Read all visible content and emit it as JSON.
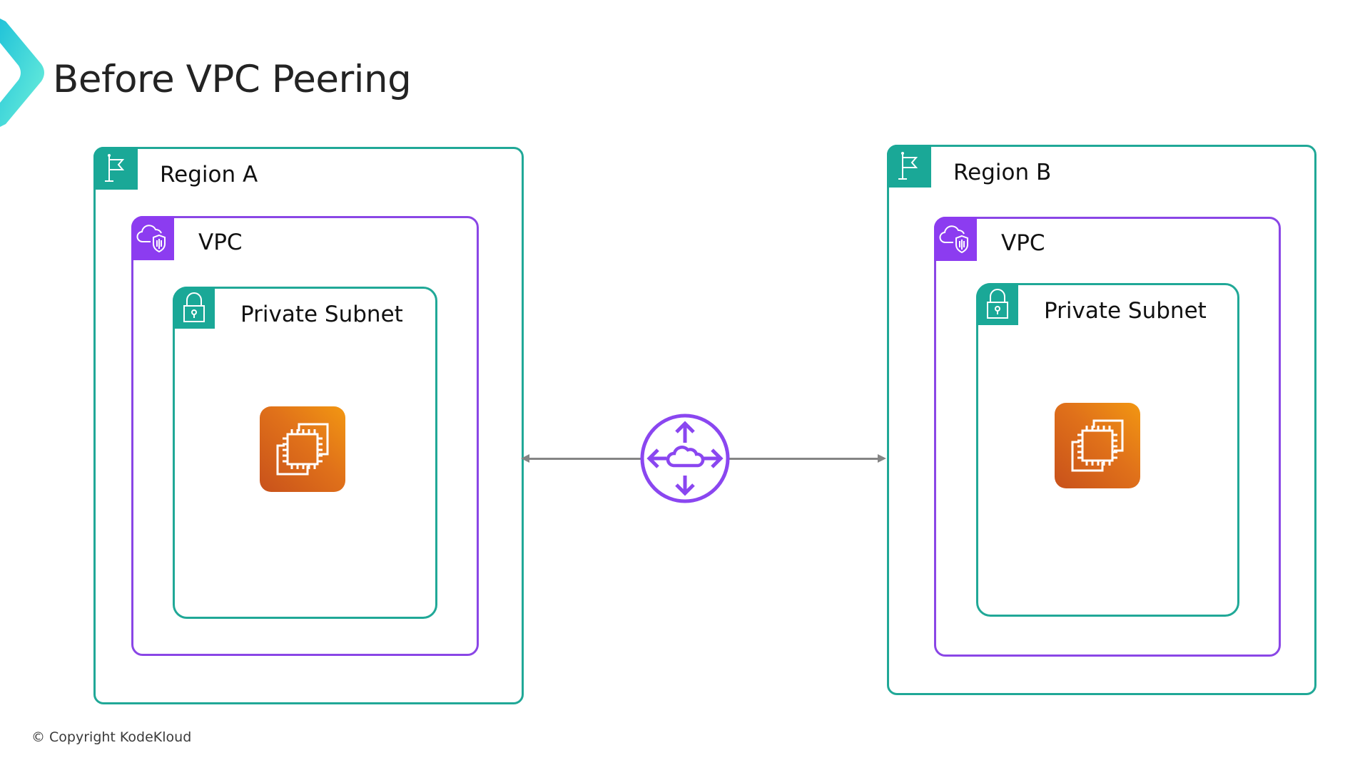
{
  "slide": {
    "title": "Before VPC Peering",
    "copyright": "© Copyright KodeKloud"
  },
  "colors": {
    "accent_teal": "#1aa897",
    "accent_purple": "#8c3cf0",
    "ec2_orange": "#e0711a",
    "connector_gray": "#858585"
  },
  "regions": [
    {
      "label": "Region A",
      "icon": "flag-icon",
      "vpc": {
        "label": "VPC",
        "icon": "cloud-shield-icon",
        "subnet": {
          "label": "Private Subnet",
          "icon": "padlock-icon",
          "instance": {
            "icon": "ec2-instance-icon"
          }
        }
      }
    },
    {
      "label": "Region B",
      "icon": "flag-icon",
      "vpc": {
        "label": "VPC",
        "icon": "cloud-shield-icon",
        "subnet": {
          "label": "Private Subnet",
          "icon": "padlock-icon",
          "instance": {
            "icon": "ec2-instance-icon"
          }
        }
      }
    }
  ],
  "connector": {
    "icon": "peering-router-icon",
    "direction": "bidirectional"
  }
}
